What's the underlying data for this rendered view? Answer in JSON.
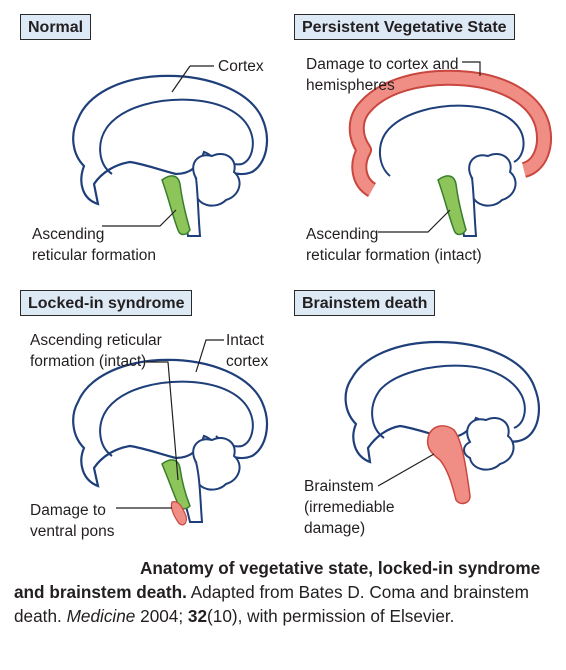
{
  "panels": {
    "normal": {
      "title": "Normal",
      "label_cortex": "Cortex",
      "label_arf": "Ascending\nreticular formation"
    },
    "pvs": {
      "title": "Persistent Vegetative State",
      "label_damage": "Damage to cortex and\nhemispheres",
      "label_arf": "Ascending\nreticular formation (intact)"
    },
    "locked": {
      "title": "Locked-in syndrome",
      "label_arf": "Ascending reticular\nformation (intact)",
      "label_cortex": "Intact\ncortex",
      "label_pons": "Damage to\nventral pons"
    },
    "brainstem": {
      "title": "Brainstem death",
      "label_stem": "Brainstem\n(irremediable\ndamage)"
    }
  },
  "caption": {
    "bold": "Anatomy of vegetative state, locked-in syndrome and brainstem death.",
    "text1": " Adapted from Bates D. Coma and brainstem death. ",
    "italic": "Medicine",
    "text2": " 2004; ",
    "volume": "32",
    "text3": "(10), with permission of Elsevier."
  },
  "colors": {
    "outline": "#1f3f7a",
    "green": "#8dc55b",
    "salmon": "#f08e86",
    "title_bg": "#ddeaf6"
  }
}
